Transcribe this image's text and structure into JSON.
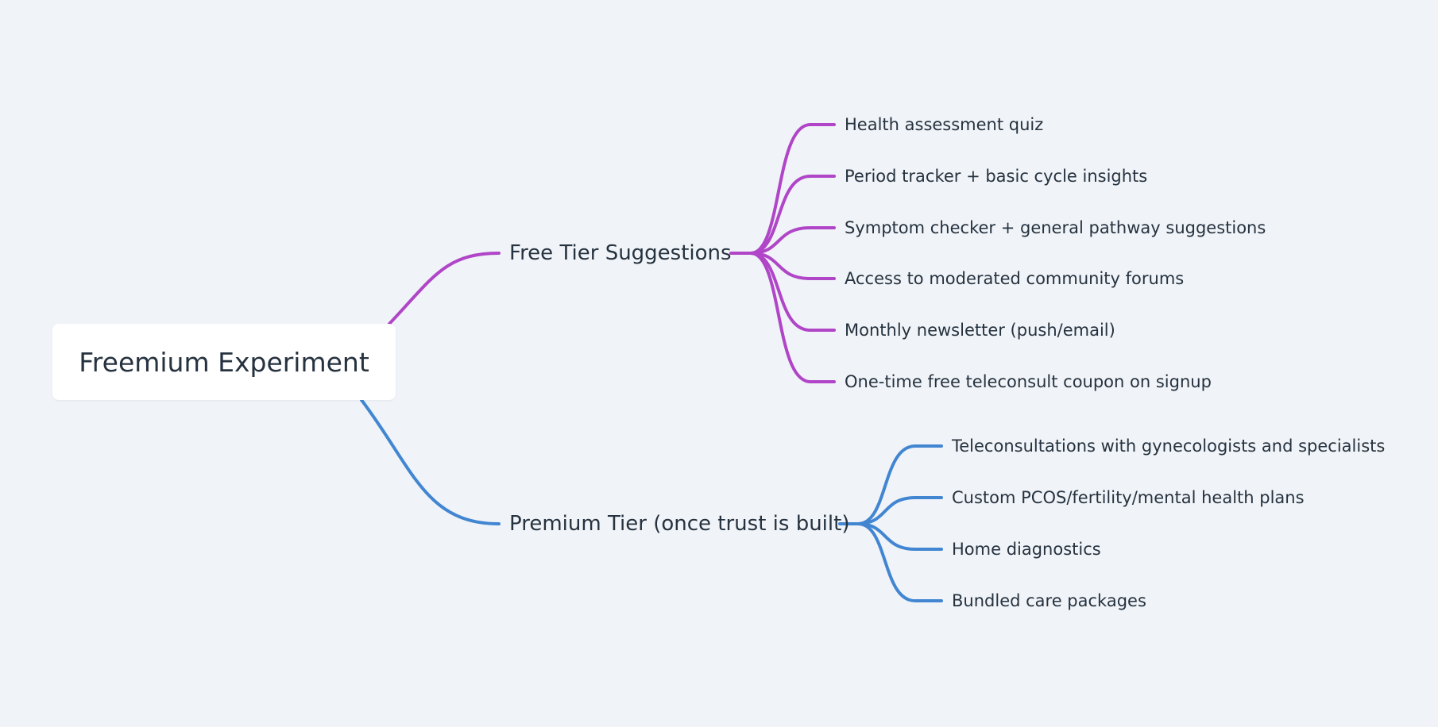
{
  "mindmap": {
    "root": {
      "label": "Freemium Experiment"
    },
    "branches": [
      {
        "label": "Free Tier Suggestions",
        "color": "#b046c7",
        "children": [
          "Health assessment quiz",
          "Period tracker + basic cycle insights",
          "Symptom checker + general pathway suggestions",
          "Access to moderated community forums",
          "Monthly newsletter (push/email)",
          "One-time free teleconsult coupon on signup"
        ]
      },
      {
        "label": "Premium Tier (once trust is built)",
        "color": "#4286d2",
        "children": [
          "Teleconsultations with gynecologists and specialists",
          "Custom PCOS/fertility/mental health plans",
          "Home diagnostics",
          "Bundled care packages"
        ]
      }
    ]
  }
}
